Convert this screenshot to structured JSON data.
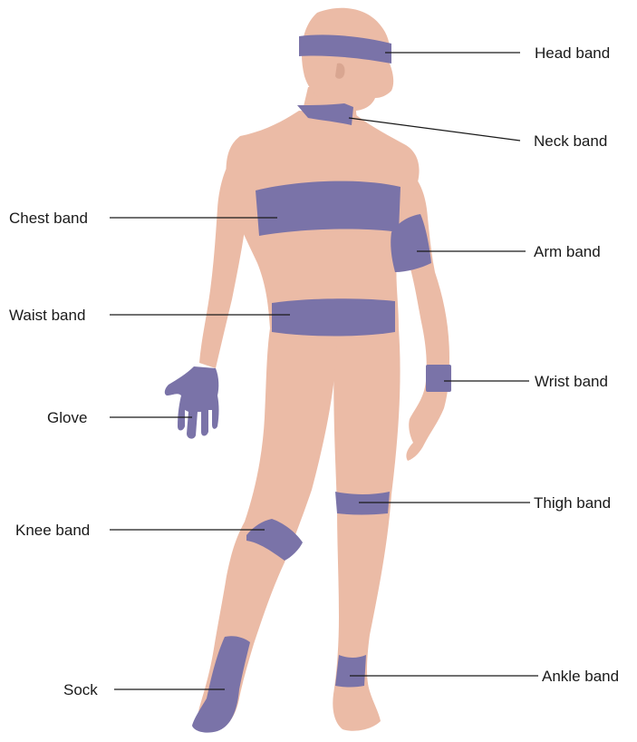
{
  "colors": {
    "skin": "#ebbba6",
    "skin_shadow": "#d9a691",
    "band": "#7a73a8",
    "background": "#ffffff",
    "leader_line": "#1a1a1a"
  },
  "labels": {
    "head_band": "Head band",
    "neck_band": "Neck band",
    "chest_band": "Chest band",
    "arm_band": "Arm band",
    "waist_band": "Waist band",
    "wrist_band": "Wrist band",
    "glove": "Glove",
    "thigh_band": "Thigh band",
    "knee_band": "Knee band",
    "sock": "Sock",
    "ankle_band": "Ankle band"
  }
}
